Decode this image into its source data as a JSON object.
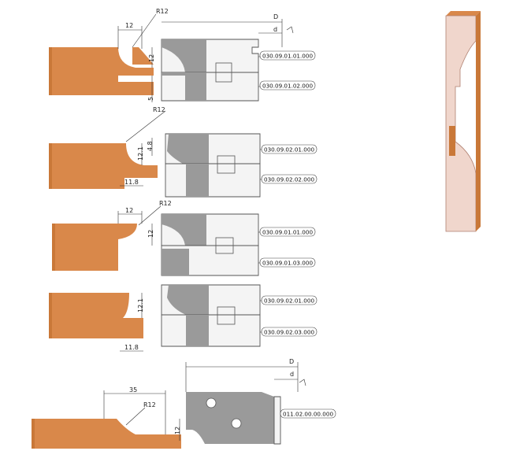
{
  "colors": {
    "wood": "#d9884a",
    "wood_dark": "#c97838",
    "metal": "#9a9a9a",
    "cutter_body": "#f4f4f4",
    "line": "#333333"
  },
  "rows": [
    {
      "dims": [
        "12",
        "R12",
        "12",
        "5",
        "D",
        "d"
      ],
      "codes": [
        "030.09.01.01.000",
        "030.09.01.02.000"
      ]
    },
    {
      "dims": [
        "R12",
        "4.8",
        "12.1",
        "11.8"
      ],
      "codes": [
        "030.09.02.01.000",
        "030.09.02.02.000"
      ]
    },
    {
      "dims": [
        "12",
        "R12",
        "12"
      ],
      "codes": [
        "030.09.01.01.000",
        "030.09.01.03.000"
      ]
    },
    {
      "dims": [
        "12.1",
        "11.8"
      ],
      "codes": [
        "030.09.02.01.000",
        "030.09.02.03.000"
      ]
    },
    {
      "dims": [
        "35",
        "R12",
        "12",
        "D",
        "d"
      ],
      "codes": [
        "011.02.00.00.000"
      ]
    }
  ]
}
